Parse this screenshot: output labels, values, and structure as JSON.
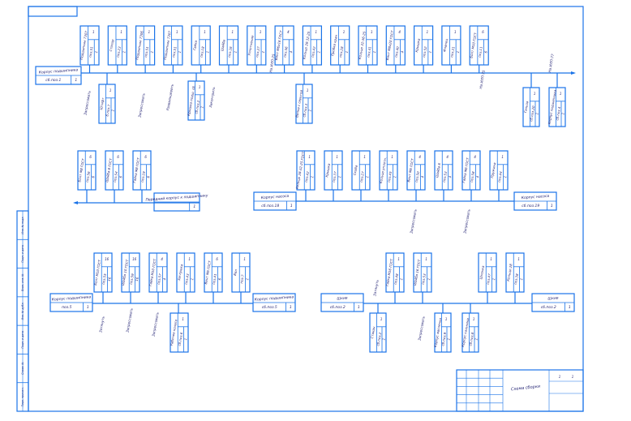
{
  "colors": {
    "line": "#1a73e8",
    "text": "#1a1a6e",
    "background": "#ffffff"
  },
  "title_block": {
    "name": "Схема сборки",
    "sheet": "1",
    "sheets": "1"
  },
  "side_stamps": [
    "Инв. № подл.",
    "Подп. и дата",
    "Взам. инв. №",
    "Инв. № дубл.",
    "Подп. и дата",
    "Справ. №",
    "Перв. примен."
  ],
  "diagrams": {
    "top": {
      "base": {
        "name": "Корпус подшипника",
        "code": "сб.поз.1",
        "qty": "1"
      },
      "upper": [
        {
          "name": "Подшипник 7307",
          "code": "поз.51",
          "qty": "1"
        },
        {
          "name": "Стопор",
          "code": "поз.23",
          "qty": "1"
        },
        {
          "name": "Подшипник 7306",
          "code": "поз.51",
          "qty": "1"
        },
        {
          "name": "Подшипник 7307",
          "code": "поз.51",
          "qty": "1"
        },
        {
          "name": "Гайка",
          "code": "поз.18",
          "qty": "1"
        },
        {
          "name": "Шайба",
          "code": "поз.16",
          "qty": "1"
        },
        {
          "name": "Уплотнение",
          "code": "поз.27",
          "qty": "1"
        },
        {
          "name": "Винт М6х16 ГОСТ",
          "code": "поз.56",
          "qty": "4"
        },
        {
          "name": "Кольцо 28-32-25",
          "code": "поз.42",
          "qty": "1"
        },
        {
          "name": "Пробка кран",
          "code": "поз.28",
          "qty": "1"
        },
        {
          "name": "Кольцо 32-36-25",
          "code": "поз.41",
          "qty": "1"
        },
        {
          "name": "Винт М8х20 ГОСТ",
          "code": "поз.40",
          "qty": "4"
        },
        {
          "name": "Крышка",
          "code": "поз.52",
          "qty": "1"
        },
        {
          "name": "Фланец",
          "code": "поз.31",
          "qty": "1"
        },
        {
          "name": "Болт М10 ГОСТ",
          "code": "поз.11",
          "qty": "6"
        }
      ],
      "lower": [
        {
          "name": "Штифт",
          "code": "б.поз.7",
          "qty": "1"
        },
        {
          "name": "Крышка подш. сб.",
          "code": "сб.поз.2",
          "qty": "1"
        },
        {
          "name": "Вилка с серьгой",
          "code": "сб.поз.3",
          "qty": "1"
        },
        {
          "name": "Гильза",
          "code": "сб.поз.20",
          "qty": "1"
        },
        {
          "name": "Корпус подшипника",
          "code": "сб.поз.4",
          "qty": "1"
        }
      ],
      "notes": [
        "Запрессовать",
        "Запрессовать",
        "Развальцевать",
        "Законтрить",
        "На ИЛП-75",
        "На ИЛП-75",
        "На ИЛП-77"
      ]
    },
    "mid_left": {
      "base": {
        "name": "Передний корпус к подшипнику",
        "code": "",
        "qty": "1"
      },
      "upper": [
        {
          "name": "Болт М8 ГОСТ",
          "code": "поз.56",
          "qty": "6"
        },
        {
          "name": "Шайба 8 ГОСТ",
          "code": "поз.54",
          "qty": "6"
        },
        {
          "name": "Гайка М8 ГОСТ",
          "code": "поз.19",
          "qty": "6"
        }
      ]
    },
    "mid_right": {
      "base": {
        "name": "Корпус насоса",
        "code": "сб.поз.18",
        "qty": "1"
      },
      "end": {
        "name": "Корпус насоса",
        "code": "сб.поз.19",
        "qty": "1"
      },
      "upper": [
        {
          "name": "Кольцо 28-32-25 ГОСТ",
          "code": "поз.42",
          "qty": "1"
        },
        {
          "name": "Крышка",
          "code": "поз.37",
          "qty": "1"
        },
        {
          "name": "Скоба",
          "code": "поз.27",
          "qty": "1"
        },
        {
          "name": "Кольцо уплотн.",
          "code": "поз.45",
          "qty": "1"
        },
        {
          "name": "Винт М6 ГОСТ",
          "code": "поз.50",
          "qty": "4"
        },
        {
          "name": "Шайба 6",
          "code": "поз.53",
          "qty": "4"
        },
        {
          "name": "Гайка М6 ГОСТ",
          "code": "поз.58",
          "qty": "4"
        },
        {
          "name": "Пружина",
          "code": "поз.44",
          "qty": "1"
        }
      ],
      "notes": [
        "Запрессовать",
        "Запрессовать"
      ]
    },
    "bottom_left": {
      "base": {
        "name": "Корпус подшипника",
        "code": "поз.5",
        "qty": "1"
      },
      "end": {
        "name": "Корпус подшипника",
        "code": "сб.поз.5",
        "qty": "1"
      },
      "upper": [
        {
          "name": "Болт М10 ГОСТ",
          "code": "поз.55",
          "qty": "16"
        },
        {
          "name": "Шайба 10 ГОСТ",
          "code": "поз.59",
          "qty": "16"
        },
        {
          "name": "Гайка М10 ГОСТ",
          "code": "поз.57",
          "qty": "4"
        },
        {
          "name": "Заглушка",
          "code": "поз.43",
          "qty": "1"
        },
        {
          "name": "Винт М6 ГОСТ",
          "code": "поз.41",
          "qty": "6"
        },
        {
          "name": "Вал",
          "code": "поз.7",
          "qty": "1"
        }
      ],
      "lower": [
        {
          "name": "Рабочее колесо",
          "code": "сб.поз.6",
          "qty": "1"
        }
      ],
      "notes": [
        "Затянуть",
        "Запрессовать",
        "Запрессовать"
      ]
    },
    "bottom_right": {
      "base": {
        "name": "Шкив",
        "code": "сб.поз.2",
        "qty": "1"
      },
      "end": {
        "name": "Шкив",
        "code": "сб.поз.2",
        "qty": "1"
      },
      "upper": [
        {
          "name": "Гайка М16 ГОСТ",
          "code": "поз.48",
          "qty": "1"
        },
        {
          "name": "Шайба 16 ГОСТ",
          "code": "поз.53",
          "qty": "1"
        },
        {
          "name": "Шпонка",
          "code": "поз.47",
          "qty": "1"
        },
        {
          "name": "Кольцо 28",
          "code": "поз.38",
          "qty": "1"
        }
      ],
      "lower": [
        {
          "name": "Стакан",
          "code": "сб.поз.2",
          "qty": "1"
        },
        {
          "name": "Корпус масленки",
          "code": "сб.поз.9",
          "qty": "1"
        },
        {
          "name": "Корпус сальника",
          "code": "сб.поз.8",
          "qty": "1"
        }
      ],
      "notes": [
        "Затянуть",
        "Запрессовать"
      ]
    }
  }
}
